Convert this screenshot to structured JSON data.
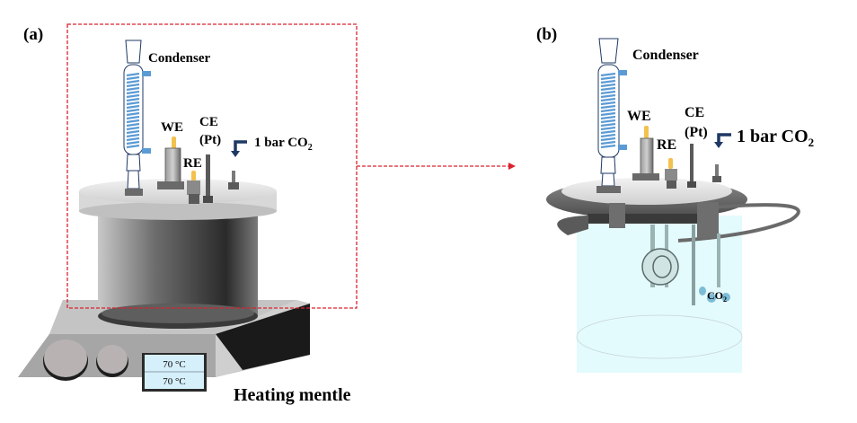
{
  "panel_a": {
    "label": "(a)",
    "condenser": "Condenser",
    "we": "WE",
    "ce": "CE",
    "ce_material": "(Pt)",
    "re": "RE",
    "gas": "1 bar CO",
    "gas_sub": "2",
    "display_top": "70 °C",
    "display_bottom": "70 °C",
    "heater": "Heating mentle"
  },
  "panel_b": {
    "label": "(b)",
    "condenser": "Condenser",
    "we": "WE",
    "ce": "CE",
    "ce_material": "(Pt)",
    "re": "RE",
    "gas": "1 bar CO",
    "gas_sub": "2",
    "bubble_label": "CO",
    "bubble_sub": "2"
  },
  "colors": {
    "highlight_box": "#d9232e",
    "coil": "#5b9bd5",
    "electrolyte": "#e3fbfd",
    "arrow_gas": "#1f3864"
  }
}
